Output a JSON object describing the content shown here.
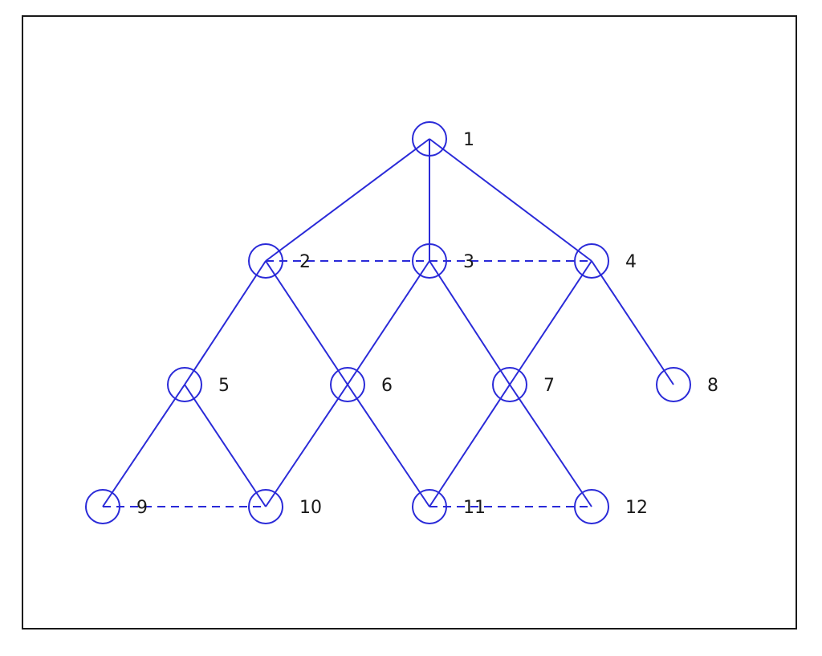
{
  "colors": {
    "line": "#2a2ad8",
    "label": "#1a1a1a",
    "frame": "#1a1a1a"
  },
  "nodes": [
    {
      "id": "1",
      "label": "1"
    },
    {
      "id": "2",
      "label": "2"
    },
    {
      "id": "3",
      "label": "3"
    },
    {
      "id": "4",
      "label": "4"
    },
    {
      "id": "5",
      "label": "5"
    },
    {
      "id": "6",
      "label": "6"
    },
    {
      "id": "7",
      "label": "7"
    },
    {
      "id": "8",
      "label": "8"
    },
    {
      "id": "9",
      "label": "9"
    },
    {
      "id": "10",
      "label": "10"
    },
    {
      "id": "11",
      "label": "11"
    },
    {
      "id": "12",
      "label": "12"
    }
  ],
  "edges": [
    {
      "from": "1",
      "to": "2",
      "style": "solid"
    },
    {
      "from": "1",
      "to": "3",
      "style": "solid"
    },
    {
      "from": "1",
      "to": "4",
      "style": "solid"
    },
    {
      "from": "2",
      "to": "3",
      "style": "dashed"
    },
    {
      "from": "3",
      "to": "4",
      "style": "dashed"
    },
    {
      "from": "2",
      "to": "5",
      "style": "solid"
    },
    {
      "from": "2",
      "to": "6",
      "style": "solid"
    },
    {
      "from": "3",
      "to": "6",
      "style": "solid"
    },
    {
      "from": "3",
      "to": "7",
      "style": "solid"
    },
    {
      "from": "4",
      "to": "7",
      "style": "solid"
    },
    {
      "from": "4",
      "to": "8",
      "style": "solid"
    },
    {
      "from": "5",
      "to": "9",
      "style": "solid"
    },
    {
      "from": "5",
      "to": "10",
      "style": "solid"
    },
    {
      "from": "6",
      "to": "10",
      "style": "solid"
    },
    {
      "from": "6",
      "to": "11",
      "style": "solid"
    },
    {
      "from": "7",
      "to": "11",
      "style": "solid"
    },
    {
      "from": "7",
      "to": "12",
      "style": "solid"
    },
    {
      "from": "9",
      "to": "10",
      "style": "dashed"
    },
    {
      "from": "11",
      "to": "12",
      "style": "dashed"
    }
  ]
}
